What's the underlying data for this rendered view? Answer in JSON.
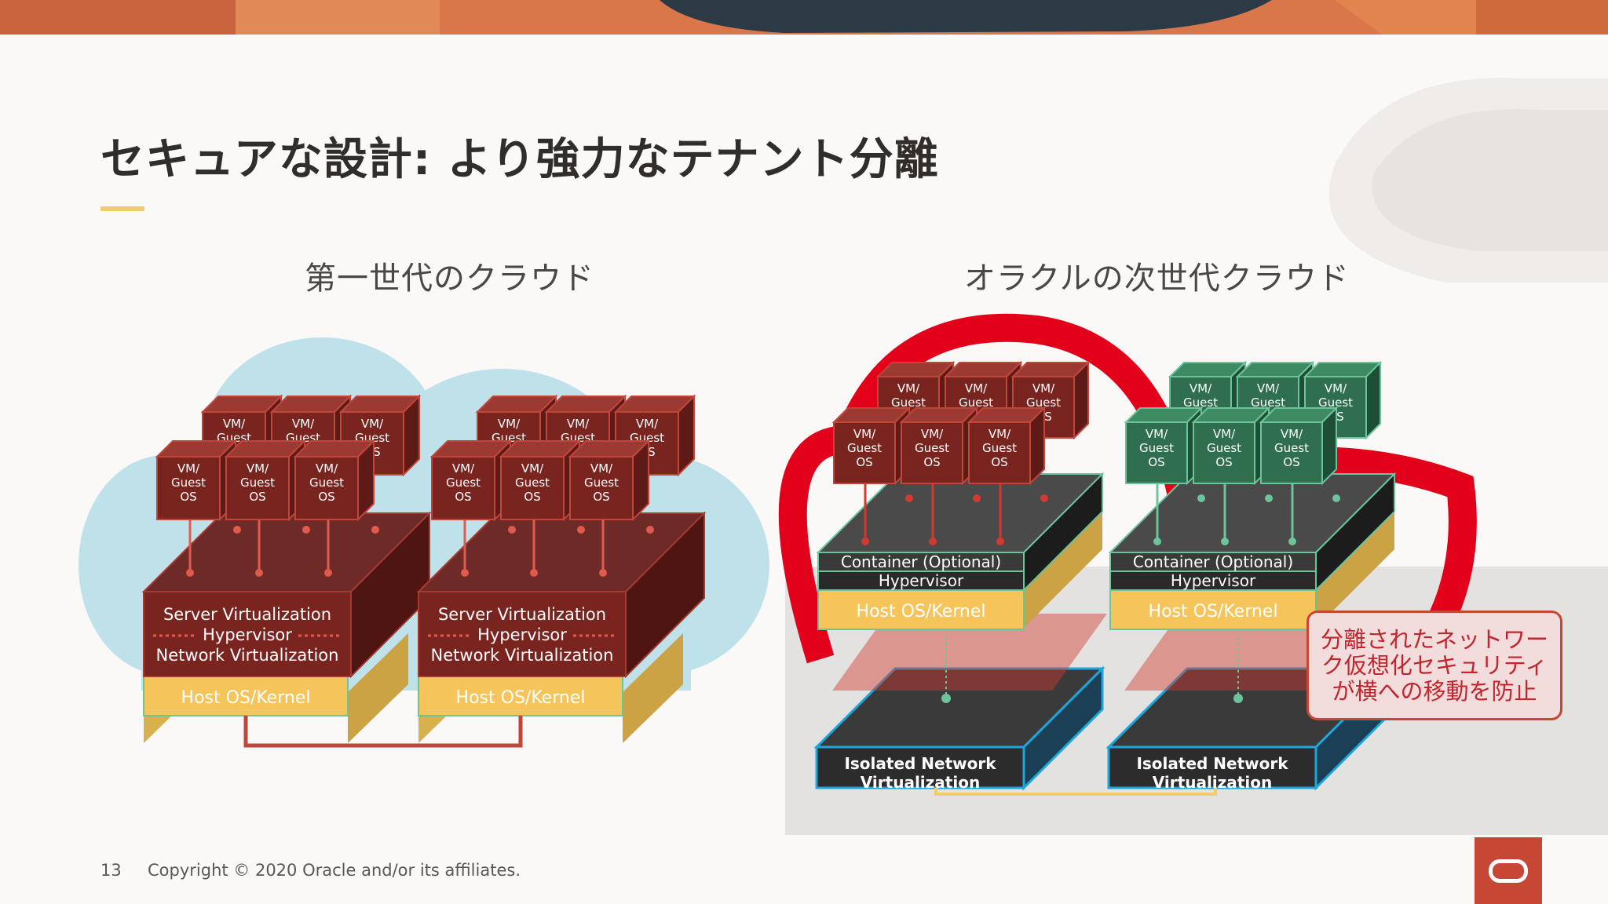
{
  "slide": {
    "title": "セキュアな設計: より強力なテナント分離",
    "page_number": "13",
    "copyright": "Copyright © 2020 Oracle and/or its affiliates."
  },
  "left_section": {
    "heading": "第一世代のクラウド",
    "vm_label": [
      "VM/",
      "Guest",
      "OS"
    ],
    "server_label": [
      "Server Virtualization",
      "Hypervisor",
      "Network Virtualization"
    ],
    "host_label": "Host OS/Kernel"
  },
  "right_section": {
    "heading": "オラクルの次世代クラウド",
    "vm_label": [
      "VM/",
      "Guest",
      "OS"
    ],
    "container_label": "Container (Optional)",
    "hypervisor_label": "Hypervisor",
    "host_label": "Host OS/Kernel",
    "network_label": [
      "Isolated Network",
      "Virtualization"
    ]
  },
  "callout": {
    "text": "分離されたネットワーク仮想化セキュリティが横への移動を防止"
  },
  "colors": {
    "old_box": "#7a2420",
    "old_box_border": "#c0463a",
    "oci_red": "#e3001b",
    "green_box": "#2f6e4e",
    "green_border": "#6cc49a",
    "host_yellow": "#f5c55b",
    "network_blue": "#1ea6dc",
    "cloud_blue": "#bfe2ea"
  }
}
